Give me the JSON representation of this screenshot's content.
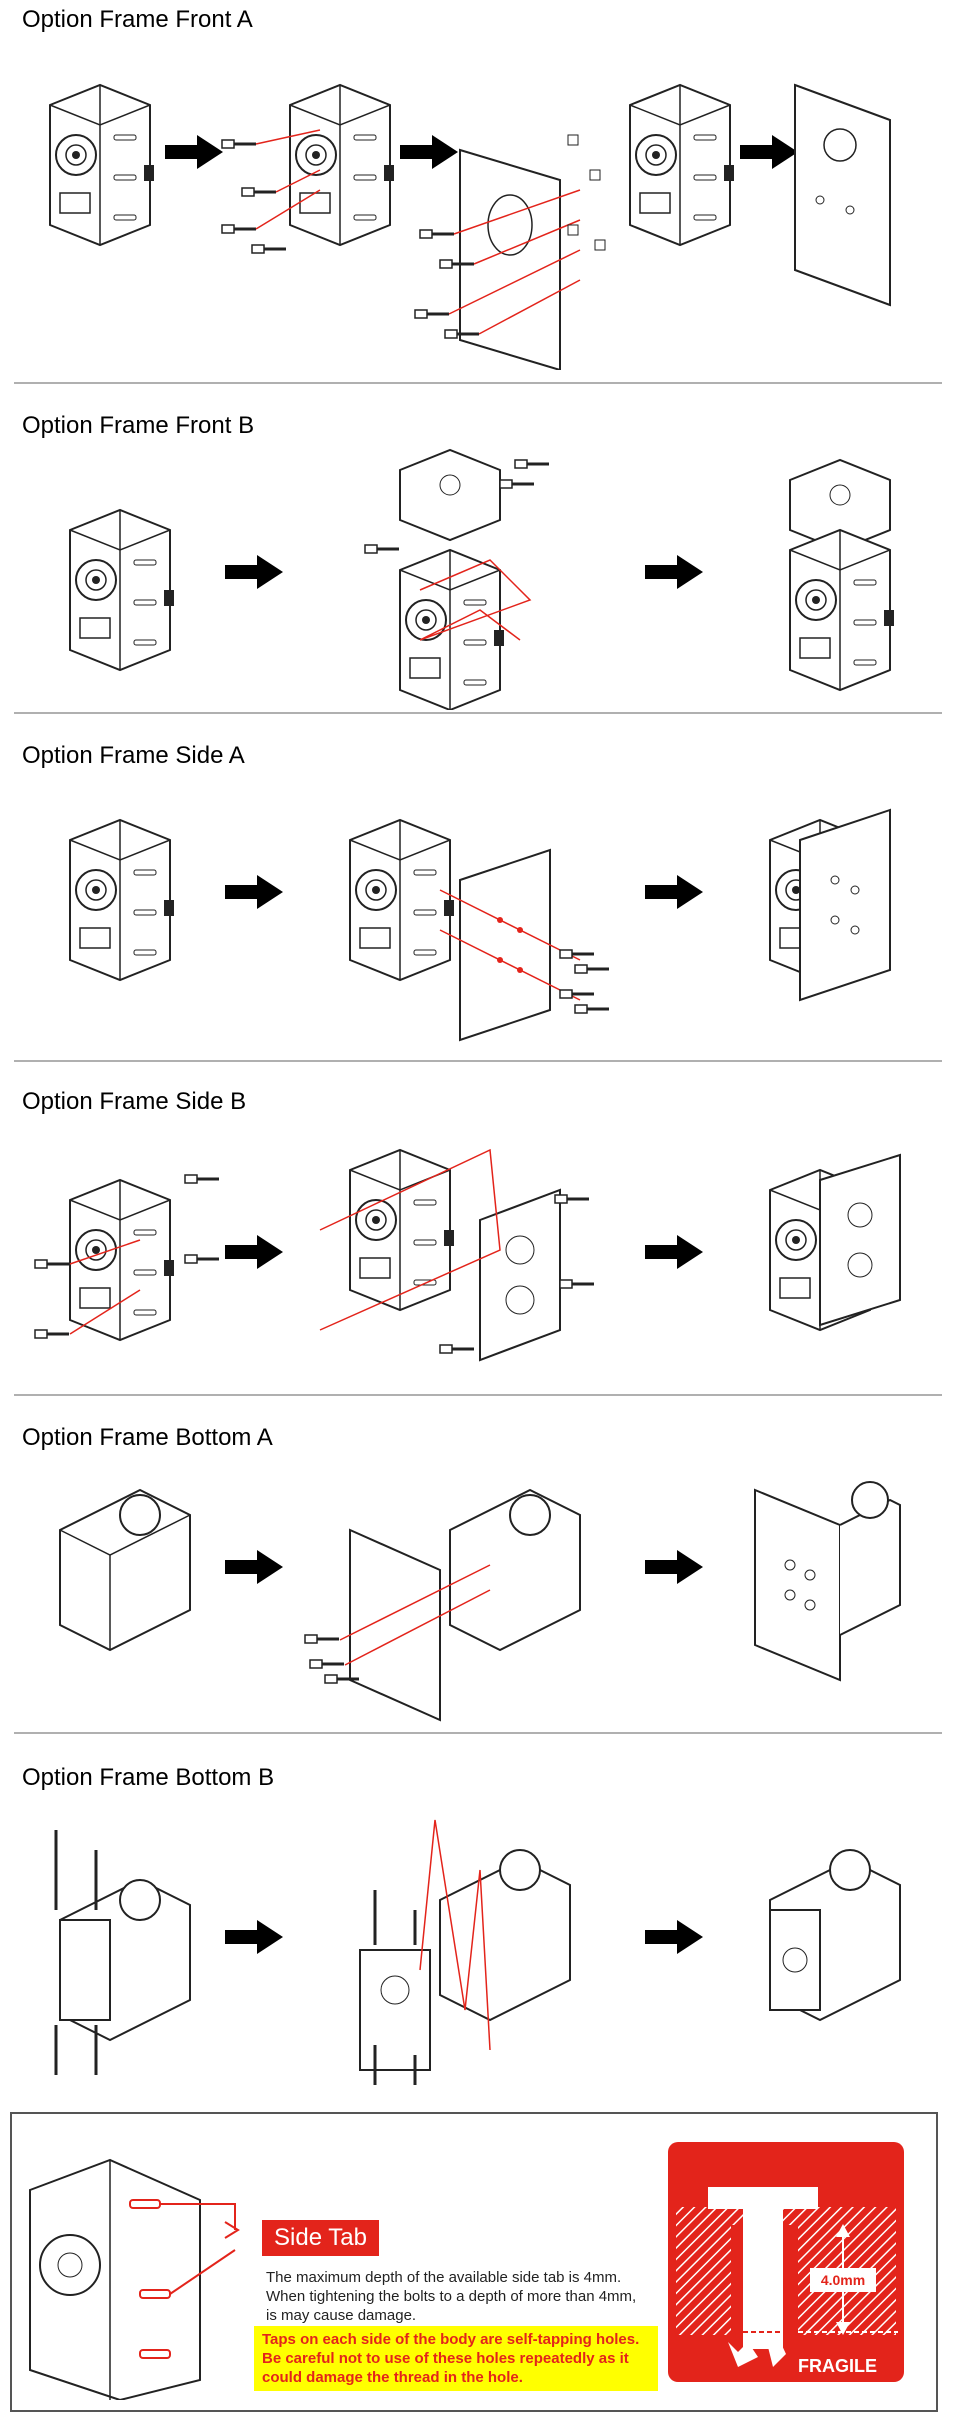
{
  "sections": [
    {
      "title": "Option Frame Front A"
    },
    {
      "title": "Option Frame Front B"
    },
    {
      "title": "Option Frame Side A"
    },
    {
      "title": "Option Frame Side B"
    },
    {
      "title": "Option Frame Bottom A"
    },
    {
      "title": "Option Frame Bottom B"
    }
  ],
  "side_tab": {
    "label": "Side Tab",
    "description_line1": "The maximum depth of the available side tab is 4mm.",
    "description_line2": "When tightening the bolts to a depth of more than 4mm,",
    "description_line3": "is may cause damage.",
    "warning_line1": "Taps on each side of the body are self-tapping holes.",
    "warning_line2": "Be careful not to use of these holes repeatedly as it",
    "warning_line3": "could damage the thread in the hole.",
    "depth_label": "4.0mm",
    "fragile_label": "FRAGILE"
  },
  "colors": {
    "accent_red": "#e3241b",
    "warning_yellow": "#ffff00"
  }
}
